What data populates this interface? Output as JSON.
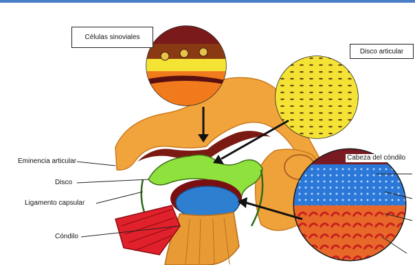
{
  "labels": {
    "celulas_sinoviales": "Células sinoviales",
    "disco_articular": "Disco articular",
    "eminencia_articular": "Eminencia articular",
    "disco": "Disco",
    "ligamento_capsular": "Ligamento capsular",
    "condilo": "Cóndilo",
    "cabeza_del_condilo": "Cabeza del cóndilo"
  },
  "colors": {
    "bone_orange": "#f0a23a",
    "bone_dark": "#d97b1a",
    "disc_green": "#8fe23e",
    "condyle_blue": "#2f7fd0",
    "ligament_red": "#e0202a",
    "cartilage_yellow": "#f6e23a",
    "frame_blue": "#4a7fc8"
  }
}
